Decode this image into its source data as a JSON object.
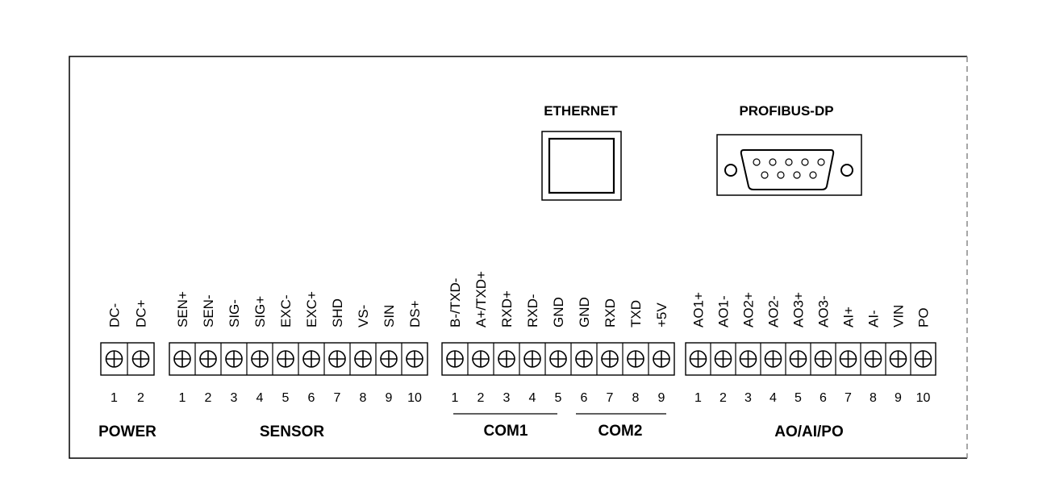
{
  "ports": {
    "ethernet": {
      "label": "ETHERNET"
    },
    "profibus": {
      "label": "PROFIBUS-DP"
    }
  },
  "blocks": [
    {
      "id": "power",
      "group_label": "POWER",
      "pins": [
        "DC-",
        "DC+"
      ],
      "numbers": [
        "1",
        "2"
      ]
    },
    {
      "id": "sensor",
      "group_label": "SENSOR",
      "pins": [
        "SEN+",
        "SEN-",
        "SIG-",
        "SIG+",
        "EXC-",
        "EXC+",
        "SHD",
        "VS-",
        "SIN",
        "DS+"
      ],
      "numbers": [
        "1",
        "2",
        "3",
        "4",
        "5",
        "6",
        "7",
        "8",
        "9",
        "10"
      ]
    },
    {
      "id": "com",
      "group_label": "",
      "pins": [
        "B-/TXD-",
        "A+/TXD+",
        "RXD+",
        "RXD-",
        "GND",
        "GND",
        "RXD",
        "TXD",
        "+5V"
      ],
      "numbers": [
        "1",
        "2",
        "3",
        "4",
        "5",
        "6",
        "7",
        "8",
        "9"
      ]
    },
    {
      "id": "aoaipo",
      "group_label": "AO/AI/PO",
      "pins": [
        "AO1+",
        "AO1-",
        "AO2+",
        "AO2-",
        "AO3+",
        "AO3-",
        "AI+",
        "AI-",
        "VIN",
        "PO"
      ],
      "numbers": [
        "1",
        "2",
        "3",
        "4",
        "5",
        "6",
        "7",
        "8",
        "9",
        "10"
      ]
    }
  ],
  "com_groups": [
    {
      "label": "COM1"
    },
    {
      "label": "COM2"
    }
  ]
}
